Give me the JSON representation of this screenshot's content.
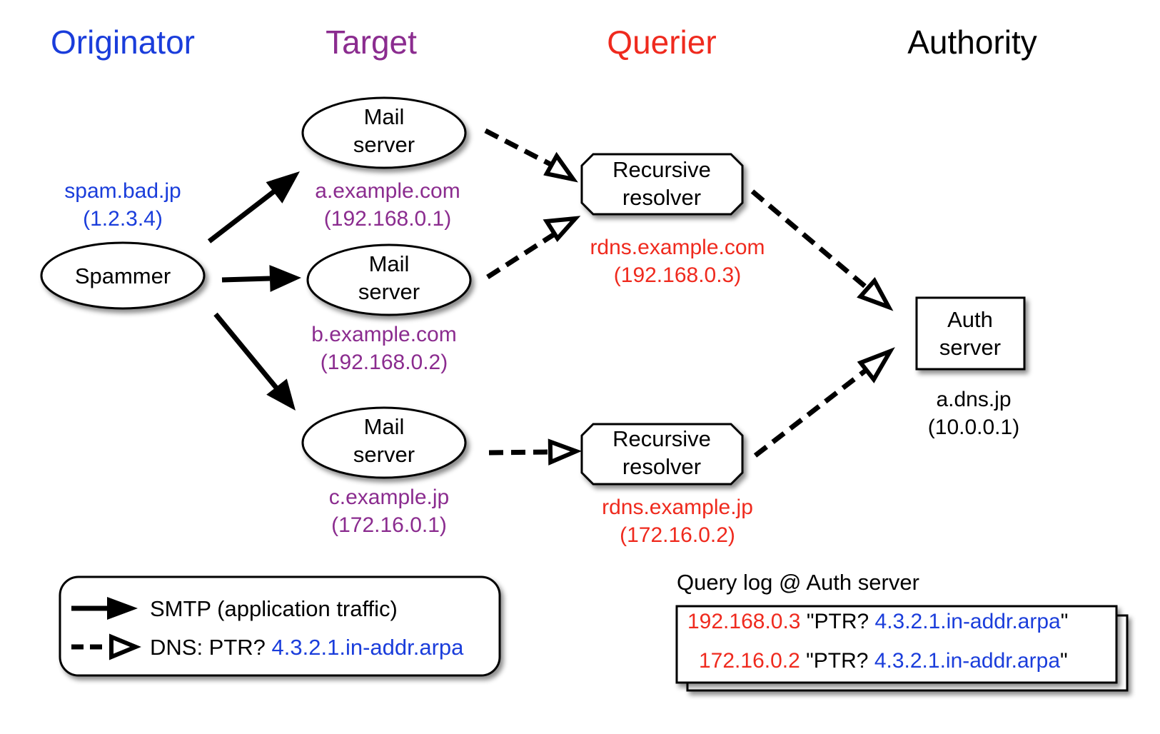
{
  "colors": {
    "originator": "#1a3ddb",
    "target": "#8b2c8f",
    "querier": "#ef2a1e",
    "authority": "#000000",
    "text": "#000000",
    "background": "#ffffff"
  },
  "columns": {
    "originator": "Originator",
    "target": "Target",
    "querier": "Querier",
    "authority": "Authority"
  },
  "spammer": {
    "label": "Spammer",
    "host": "spam.bad.jp",
    "ip": "(1.2.3.4)"
  },
  "mail_servers": [
    {
      "line1": "Mail",
      "line2": "server",
      "host": "a.example.com",
      "ip": "(192.168.0.1)"
    },
    {
      "line1": "Mail",
      "line2": "server",
      "host": "b.example.com",
      "ip": "(192.168.0.2)"
    },
    {
      "line1": "Mail",
      "line2": "server",
      "host": "c.example.jp",
      "ip": "(172.16.0.1)"
    }
  ],
  "resolvers": [
    {
      "line1": "Recursive",
      "line2": "resolver",
      "host": "rdns.example.com",
      "ip": "(192.168.0.3)"
    },
    {
      "line1": "Recursive",
      "line2": "resolver",
      "host": "rdns.example.jp",
      "ip": "(172.16.0.2)"
    }
  ],
  "auth_server": {
    "line1": "Auth",
    "line2": "server",
    "host": "a.dns.jp",
    "ip": "(10.0.0.1)"
  },
  "legend": {
    "smtp": "SMTP (application traffic)",
    "dns_prefix": "DNS: PTR?",
    "dns_query": "4.3.2.1.in-addr.arpa"
  },
  "query_log": {
    "title": "Query log @ Auth server",
    "entries": [
      {
        "ip": "192.168.0.3",
        "ptr": "\"PTR?",
        "query": "4.3.2.1.in-addr.arpa",
        "close": "\""
      },
      {
        "ip": "172.16.0.2",
        "ptr": "\"PTR?",
        "query": "4.3.2.1.in-addr.arpa",
        "close": "\""
      }
    ]
  }
}
